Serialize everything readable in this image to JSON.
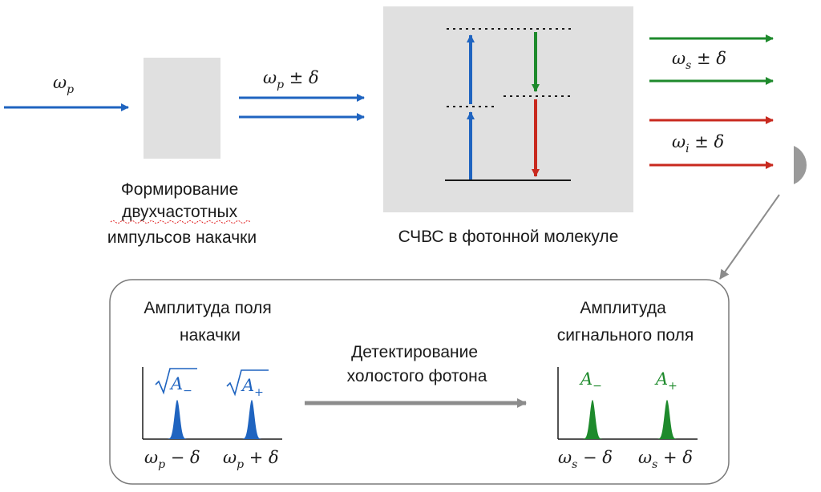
{
  "colors": {
    "pump_blue": "#1f64c0",
    "signal_green": "#1e8a2c",
    "idler_red": "#c8291e",
    "box_gray": "#e0e0e0",
    "arrow_gray": "#8c8c8c",
    "spellcheck_red": "#e02020"
  },
  "top": {
    "input_label": {
      "symbol": "ω",
      "sub": "p"
    },
    "two_freq_label": {
      "symbol": "ω",
      "sub": "p",
      "suffix": " ± δ"
    },
    "modulator_caption": [
      "Формирование",
      "двухчастотных",
      "импульсов накачки"
    ],
    "molecule_caption": "СЧВС в фотонной молекуле",
    "signal_label": {
      "symbol": "ω",
      "sub": "s",
      "suffix": " ± δ"
    },
    "idler_label": {
      "symbol": "ω",
      "sub": "i",
      "suffix": " ± δ"
    }
  },
  "bottom": {
    "pump_amp_title": [
      "Амплитуда поля",
      "накачки"
    ],
    "signal_amp_title": [
      "Амплитуда",
      "сигнального поля"
    ],
    "detection_label": [
      "Детектирование",
      "холостого фотона"
    ],
    "pump_peaks": {
      "left_label": "√A₋",
      "right_label": "√A₊",
      "left_axis": {
        "symbol": "ω",
        "sub": "p",
        "suffix": " − δ"
      },
      "right_axis": {
        "symbol": "ω",
        "sub": "p",
        "suffix": " + δ"
      }
    },
    "signal_peaks": {
      "left_label": {
        "symbol": "A",
        "sub": "−"
      },
      "right_label": {
        "symbol": "A",
        "sub": "+"
      },
      "left_axis": {
        "symbol": "ω",
        "sub": "s",
        "suffix": " − δ"
      },
      "right_axis": {
        "symbol": "ω",
        "sub": "s",
        "suffix": " + δ"
      }
    }
  }
}
